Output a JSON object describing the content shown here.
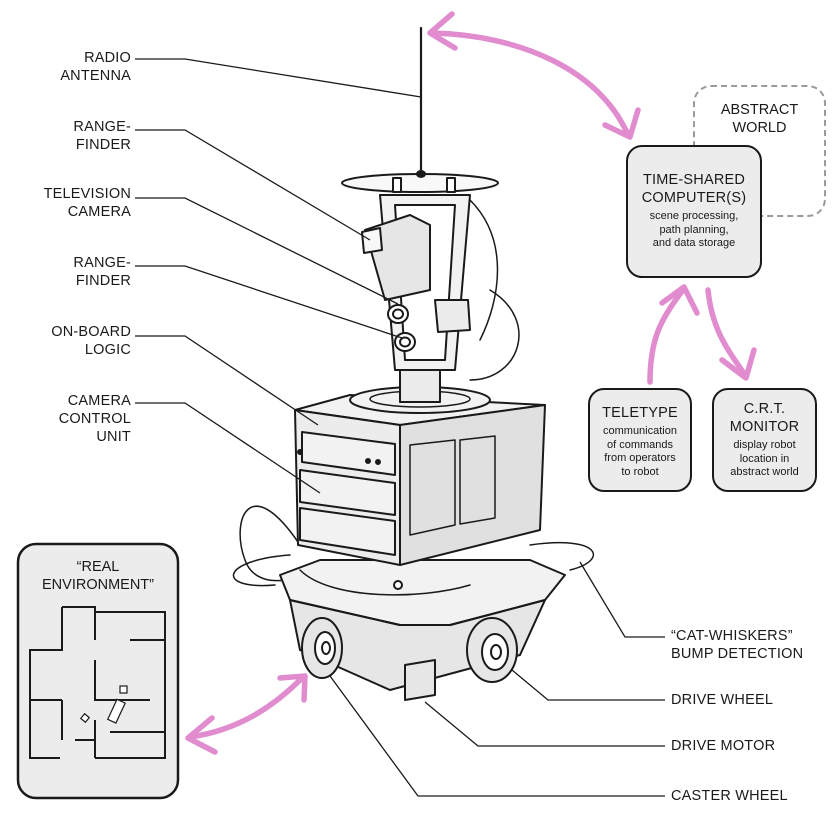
{
  "labels_left": [
    {
      "id": "radio-antenna",
      "lines": [
        "RADIO",
        "ANTENNA"
      ]
    },
    {
      "id": "range-finder-top",
      "lines": [
        "RANGE-",
        "FINDER"
      ]
    },
    {
      "id": "television-camera",
      "lines": [
        "TELEVISION",
        "CAMERA"
      ]
    },
    {
      "id": "range-finder-bottom",
      "lines": [
        "RANGE-",
        "FINDER"
      ]
    },
    {
      "id": "on-board-logic",
      "lines": [
        "ON-BOARD",
        "LOGIC"
      ]
    },
    {
      "id": "camera-control-unit",
      "lines": [
        "CAMERA",
        "CONTROL",
        "UNIT"
      ]
    }
  ],
  "labels_right": [
    {
      "id": "cat-whiskers",
      "lines": [
        "“CAT-WHISKERS”",
        "BUMP DETECTION"
      ]
    },
    {
      "id": "drive-wheel",
      "lines": [
        "DRIVE WHEEL"
      ]
    },
    {
      "id": "drive-motor",
      "lines": [
        "DRIVE MOTOR"
      ]
    },
    {
      "id": "caster-wheel",
      "lines": [
        "CASTER WHEEL"
      ]
    }
  ],
  "computer": {
    "title": [
      "TIME-SHARED",
      "COMPUTER(S)"
    ],
    "desc": [
      "scene processing,",
      "path planning,",
      "and data storage"
    ]
  },
  "teletype": {
    "title": [
      "TELETYPE"
    ],
    "desc": [
      "communication",
      "of commands",
      "from operators",
      "to robot"
    ]
  },
  "crt": {
    "title": [
      "C.R.T.",
      "MONITOR"
    ],
    "desc": [
      "display robot",
      "location in",
      "abstract world"
    ]
  },
  "abstract_world": {
    "lines": [
      "ABSTRACT",
      "WORLD"
    ]
  },
  "real_environment": {
    "lines": [
      "“REAL",
      "ENVIRONMENT”"
    ]
  },
  "colors": {
    "arrow": "#e08ccf",
    "line": "#1a1a1a",
    "panel": "#ececec",
    "dashed": "#9a9a9a"
  }
}
